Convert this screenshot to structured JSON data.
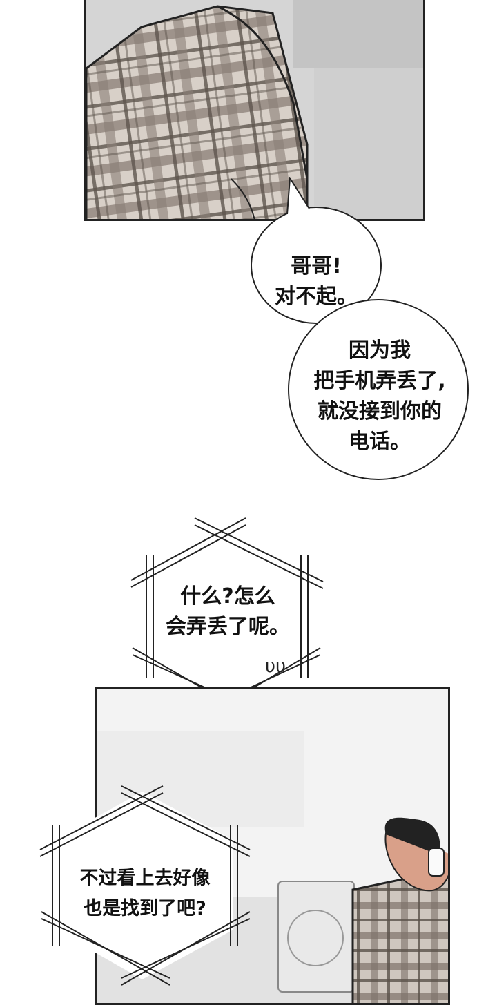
{
  "bubbles": {
    "b1": "哥哥!\n对不起。",
    "b2": "因为我\n把手机弄丢了,\n就没接到你的\n电话。",
    "b3": "什么?怎么\n会弄丢了呢。",
    "b4": "不过看上去好像\n也是找到了吧?"
  },
  "sfx": {
    "s1": "υυ"
  },
  "colors": {
    "ink": "#222222",
    "plaid_light": "#cfc7bf",
    "plaid_dark": "#6f655d",
    "bg_gray": "#d9d9d9"
  }
}
